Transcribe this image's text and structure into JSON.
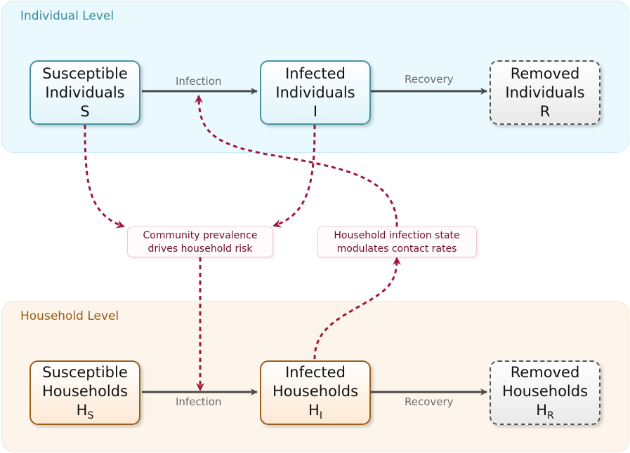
{
  "panels": {
    "individual_title": "Individual Level",
    "household_title": "Household Level"
  },
  "nodes": {
    "s": {
      "line1": "Susceptible",
      "line2": "Individuals",
      "symbol": "S"
    },
    "i": {
      "line1": "Infected",
      "line2": "Individuals",
      "symbol": "I"
    },
    "r": {
      "line1": "Removed",
      "line2": "Individuals",
      "symbol": "R"
    },
    "hs": {
      "line1": "Susceptible",
      "line2": "Households",
      "symbol": "H",
      "subscript": "S"
    },
    "hi": {
      "line1": "Infected",
      "line2": "Households",
      "symbol": "H",
      "subscript": "I"
    },
    "hr": {
      "line1": "Removed",
      "line2": "Households",
      "symbol": "H",
      "subscript": "R"
    }
  },
  "edges": {
    "ind_infection": "Infection",
    "ind_recovery": "Recovery",
    "hh_infection": "Infection",
    "hh_recovery": "Recovery"
  },
  "notes": {
    "community": {
      "line1": "Community prevalence",
      "line2": "drives household risk"
    },
    "household": {
      "line1": "Household infection state",
      "line2": "modulates contact rates"
    }
  },
  "colors": {
    "individual_border": "#4a90a4",
    "household_border": "#9c5f1b",
    "coupling_arrow": "#a0173f",
    "transition_arrow": "#4a4a4a"
  }
}
